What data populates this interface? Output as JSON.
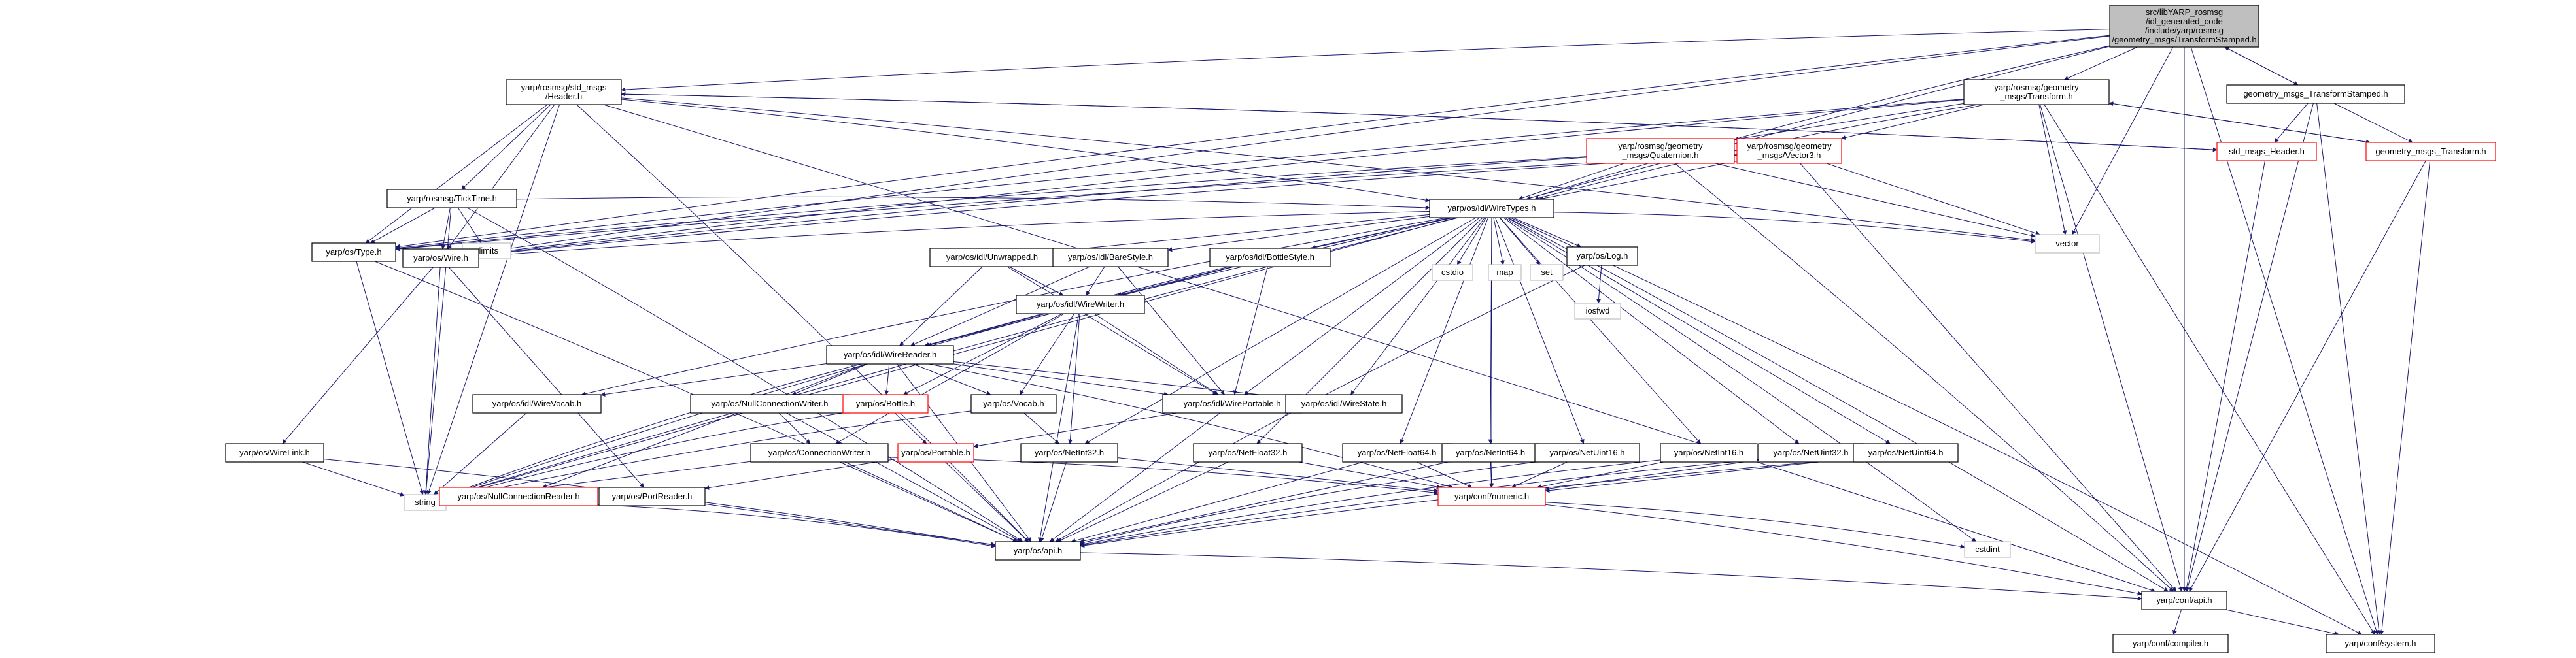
{
  "colors": {
    "edge": "#191970",
    "node_border": "#000000",
    "node_fill": "#ffffff",
    "root_fill": "#bfbfbf",
    "missing_border": "#ff0000",
    "external_border": "#bfbfbf",
    "text": "#000000"
  },
  "nodes": [
    {
      "id": "root",
      "lines": [
        "src/libYARP_rosmsg",
        "/idl_generated_code",
        "/include/yarp/rosmsg",
        "/geometry_msgs/TransformStamped.h"
      ],
      "kind": "root"
    },
    {
      "id": "tstamped",
      "lines": [
        "geometry_msgs_TransformStamped.h"
      ],
      "kind": "normal"
    },
    {
      "id": "stdheader",
      "lines": [
        "yarp/rosmsg/std_msgs",
        "/Header.h"
      ],
      "kind": "normal"
    },
    {
      "id": "transform",
      "lines": [
        "yarp/rosmsg/geometry",
        "_msgs/Transform.h"
      ],
      "kind": "normal"
    },
    {
      "id": "stdmsgsheader",
      "lines": [
        "std_msgs_Header.h"
      ],
      "kind": "missing"
    },
    {
      "id": "gmtransform",
      "lines": [
        "geometry_msgs_Transform.h"
      ],
      "kind": "missing"
    },
    {
      "id": "ticktime",
      "lines": [
        "yarp/rosmsg/TickTime.h"
      ],
      "kind": "normal"
    },
    {
      "id": "quaternion",
      "lines": [
        "yarp/rosmsg/geometry",
        "_msgs/Quaternion.h"
      ],
      "kind": "missing"
    },
    {
      "id": "vector3",
      "lines": [
        "yarp/rosmsg/geometry",
        "_msgs/Vector3.h"
      ],
      "kind": "missing"
    },
    {
      "id": "climits",
      "lines": [
        "climits"
      ],
      "kind": "external"
    },
    {
      "id": "type",
      "lines": [
        "yarp/os/Type.h"
      ],
      "kind": "normal"
    },
    {
      "id": "wiretypes",
      "lines": [
        "yarp/os/idl/WireTypes.h"
      ],
      "kind": "normal"
    },
    {
      "id": "vector",
      "lines": [
        "vector"
      ],
      "kind": "external"
    },
    {
      "id": "wire",
      "lines": [
        "yarp/os/Wire.h"
      ],
      "kind": "normal"
    },
    {
      "id": "unwrapped",
      "lines": [
        "yarp/os/idl/Unwrapped.h"
      ],
      "kind": "normal"
    },
    {
      "id": "barestyle",
      "lines": [
        "yarp/os/idl/BareStyle.h"
      ],
      "kind": "normal"
    },
    {
      "id": "bottlestyle",
      "lines": [
        "yarp/os/idl/BottleStyle.h"
      ],
      "kind": "normal"
    },
    {
      "id": "cstdio",
      "lines": [
        "cstdio"
      ],
      "kind": "external"
    },
    {
      "id": "map",
      "lines": [
        "map"
      ],
      "kind": "external"
    },
    {
      "id": "set",
      "lines": [
        "set"
      ],
      "kind": "external"
    },
    {
      "id": "log",
      "lines": [
        "yarp/os/Log.h"
      ],
      "kind": "normal"
    },
    {
      "id": "iosfwd",
      "lines": [
        "iosfwd"
      ],
      "kind": "external"
    },
    {
      "id": "wirewriter",
      "lines": [
        "yarp/os/idl/WireWriter.h"
      ],
      "kind": "normal"
    },
    {
      "id": "wirereader",
      "lines": [
        "yarp/os/idl/WireReader.h"
      ],
      "kind": "normal"
    },
    {
      "id": "wirevocab",
      "lines": [
        "yarp/os/idl/WireVocab.h"
      ],
      "kind": "normal"
    },
    {
      "id": "nullconnwriter",
      "lines": [
        "yarp/os/NullConnectionWriter.h"
      ],
      "kind": "normal"
    },
    {
      "id": "bottle",
      "lines": [
        "yarp/os/Bottle.h"
      ],
      "kind": "missing"
    },
    {
      "id": "vocab",
      "lines": [
        "yarp/os/Vocab.h"
      ],
      "kind": "normal"
    },
    {
      "id": "wireportable",
      "lines": [
        "yarp/os/idl/WirePortable.h"
      ],
      "kind": "normal"
    },
    {
      "id": "wirestate",
      "lines": [
        "yarp/os/idl/WireState.h"
      ],
      "kind": "normal"
    },
    {
      "id": "wirelink",
      "lines": [
        "yarp/os/WireLink.h"
      ],
      "kind": "normal"
    },
    {
      "id": "connwriter",
      "lines": [
        "yarp/os/ConnectionWriter.h"
      ],
      "kind": "normal"
    },
    {
      "id": "portable",
      "lines": [
        "yarp/os/Portable.h"
      ],
      "kind": "missing"
    },
    {
      "id": "netint32",
      "lines": [
        "yarp/os/NetInt32.h"
      ],
      "kind": "normal"
    },
    {
      "id": "netfloat32",
      "lines": [
        "yarp/os/NetFloat32.h"
      ],
      "kind": "normal"
    },
    {
      "id": "netfloat64",
      "lines": [
        "yarp/os/NetFloat64.h"
      ],
      "kind": "normal"
    },
    {
      "id": "netint64",
      "lines": [
        "yarp/os/NetInt64.h"
      ],
      "kind": "normal"
    },
    {
      "id": "netuint16",
      "lines": [
        "yarp/os/NetUint16.h"
      ],
      "kind": "normal"
    },
    {
      "id": "netint16",
      "lines": [
        "yarp/os/NetInt16.h"
      ],
      "kind": "normal"
    },
    {
      "id": "netuint32",
      "lines": [
        "yarp/os/NetUint32.h"
      ],
      "kind": "normal"
    },
    {
      "id": "netuint64",
      "lines": [
        "yarp/os/NetUint64.h"
      ],
      "kind": "normal"
    },
    {
      "id": "string",
      "lines": [
        "string"
      ],
      "kind": "external"
    },
    {
      "id": "nullconnreader",
      "lines": [
        "yarp/os/NullConnectionReader.h"
      ],
      "kind": "missing"
    },
    {
      "id": "portreader",
      "lines": [
        "yarp/os/PortReader.h"
      ],
      "kind": "normal"
    },
    {
      "id": "numeric",
      "lines": [
        "yarp/conf/numeric.h"
      ],
      "kind": "missing"
    },
    {
      "id": "cstdint",
      "lines": [
        "cstdint"
      ],
      "kind": "external"
    },
    {
      "id": "osapi",
      "lines": [
        "yarp/os/api.h"
      ],
      "kind": "normal"
    },
    {
      "id": "confapi",
      "lines": [
        "yarp/conf/api.h"
      ],
      "kind": "normal"
    },
    {
      "id": "compiler",
      "lines": [
        "yarp/conf/compiler.h"
      ],
      "kind": "normal"
    },
    {
      "id": "system",
      "lines": [
        "yarp/conf/system.h"
      ],
      "kind": "normal"
    }
  ],
  "edges": [
    [
      "root",
      "tstamped"
    ],
    [
      "root",
      "stdheader"
    ],
    [
      "root",
      "transform"
    ],
    [
      "root",
      "vector"
    ],
    [
      "root",
      "wiretypes"
    ],
    [
      "root",
      "wire"
    ],
    [
      "root",
      "type"
    ],
    [
      "root",
      "string"
    ],
    [
      "root",
      "confapi"
    ],
    [
      "root",
      "system"
    ],
    [
      "tstamped",
      "root"
    ],
    [
      "tstamped",
      "stdmsgsheader"
    ],
    [
      "tstamped",
      "gmtransform"
    ],
    [
      "tstamped",
      "confapi"
    ],
    [
      "tstamped",
      "system"
    ],
    [
      "stdheader",
      "ticktime"
    ],
    [
      "stdheader",
      "wiretypes"
    ],
    [
      "stdheader",
      "stdmsgsheader"
    ],
    [
      "stdheader",
      "vector"
    ],
    [
      "stdheader",
      "type"
    ],
    [
      "stdheader",
      "wire"
    ],
    [
      "stdheader",
      "string"
    ],
    [
      "stdheader",
      "osapi"
    ],
    [
      "stdheader",
      "confapi"
    ],
    [
      "transform",
      "quaternion"
    ],
    [
      "transform",
      "vector3"
    ],
    [
      "transform",
      "wiretypes"
    ],
    [
      "transform",
      "gmtransform"
    ],
    [
      "transform",
      "vector"
    ],
    [
      "transform",
      "type"
    ],
    [
      "transform",
      "wire"
    ],
    [
      "transform",
      "confapi"
    ],
    [
      "transform",
      "system"
    ],
    [
      "stdmsgsheader",
      "stdheader"
    ],
    [
      "stdmsgsheader",
      "confapi"
    ],
    [
      "gmtransform",
      "transform"
    ],
    [
      "gmtransform",
      "confapi"
    ],
    [
      "gmtransform",
      "system"
    ],
    [
      "ticktime",
      "climits"
    ],
    [
      "ticktime",
      "wiretypes"
    ],
    [
      "ticktime",
      "type"
    ],
    [
      "ticktime",
      "wire"
    ],
    [
      "ticktime",
      "string"
    ],
    [
      "ticktime",
      "osapi"
    ],
    [
      "quaternion",
      "wiretypes"
    ],
    [
      "quaternion",
      "type"
    ],
    [
      "quaternion",
      "wire"
    ],
    [
      "quaternion",
      "vector"
    ],
    [
      "quaternion",
      "confapi"
    ],
    [
      "vector3",
      "wiretypes"
    ],
    [
      "vector3",
      "type"
    ],
    [
      "vector3",
      "wire"
    ],
    [
      "vector3",
      "vector"
    ],
    [
      "vector3",
      "confapi"
    ],
    [
      "type",
      "string"
    ],
    [
      "type",
      "osapi"
    ],
    [
      "wiretypes",
      "wire"
    ],
    [
      "wiretypes",
      "unwrapped"
    ],
    [
      "wiretypes",
      "barestyle"
    ],
    [
      "wiretypes",
      "bottlestyle"
    ],
    [
      "wiretypes",
      "cstdio"
    ],
    [
      "wiretypes",
      "map"
    ],
    [
      "wiretypes",
      "set"
    ],
    [
      "wiretypes",
      "log"
    ],
    [
      "wiretypes",
      "vector"
    ],
    [
      "wiretypes",
      "wirewriter"
    ],
    [
      "wiretypes",
      "wirereader"
    ],
    [
      "wiretypes",
      "wirevocab"
    ],
    [
      "wiretypes",
      "wireportable"
    ],
    [
      "wiretypes",
      "wirestate"
    ],
    [
      "wiretypes",
      "netint32"
    ],
    [
      "wiretypes",
      "netfloat32"
    ],
    [
      "wiretypes",
      "netfloat64"
    ],
    [
      "wiretypes",
      "netint64"
    ],
    [
      "wiretypes",
      "netuint16"
    ],
    [
      "wiretypes",
      "netint16"
    ],
    [
      "wiretypes",
      "netuint32"
    ],
    [
      "wiretypes",
      "netuint64"
    ],
    [
      "wiretypes",
      "string"
    ],
    [
      "wiretypes",
      "numeric"
    ],
    [
      "wiretypes",
      "cstdint"
    ],
    [
      "wiretypes",
      "confapi"
    ],
    [
      "wiretypes",
      "system"
    ],
    [
      "wire",
      "wirelink"
    ],
    [
      "wire",
      "portreader"
    ],
    [
      "wire",
      "string"
    ],
    [
      "unwrapped",
      "wirewriter"
    ],
    [
      "unwrapped",
      "wirereader"
    ],
    [
      "unwrapped",
      "wireportable"
    ],
    [
      "barestyle",
      "wirewriter"
    ],
    [
      "barestyle",
      "wirereader"
    ],
    [
      "barestyle",
      "wireportable"
    ],
    [
      "bottlestyle",
      "wirewriter"
    ],
    [
      "bottlestyle",
      "wirereader"
    ],
    [
      "bottlestyle",
      "wireportable"
    ],
    [
      "log",
      "iosfwd"
    ],
    [
      "log",
      "osapi"
    ],
    [
      "wirewriter",
      "wirereader"
    ],
    [
      "wirewriter",
      "bottle"
    ],
    [
      "wirewriter",
      "vocab"
    ],
    [
      "wirewriter",
      "wireportable"
    ],
    [
      "wirewriter",
      "connwriter"
    ],
    [
      "wirewriter",
      "netint32"
    ],
    [
      "wirewriter",
      "string"
    ],
    [
      "wirewriter",
      "osapi"
    ],
    [
      "wirereader",
      "wirevocab"
    ],
    [
      "wirereader",
      "nullconnwriter"
    ],
    [
      "wirereader",
      "bottle"
    ],
    [
      "wirereader",
      "vocab"
    ],
    [
      "wirereader",
      "wireportable"
    ],
    [
      "wirereader",
      "wirestate"
    ],
    [
      "wirereader",
      "nullconnreader"
    ],
    [
      "wirereader",
      "string"
    ],
    [
      "wirereader",
      "numeric"
    ],
    [
      "wirereader",
      "osapi"
    ],
    [
      "wirevocab",
      "string"
    ],
    [
      "nullconnwriter",
      "connwriter"
    ],
    [
      "nullconnwriter",
      "osapi"
    ],
    [
      "bottle",
      "portable"
    ],
    [
      "bottle",
      "string"
    ],
    [
      "vocab",
      "netint32"
    ],
    [
      "vocab",
      "string"
    ],
    [
      "wireportable",
      "portable"
    ],
    [
      "wireportable",
      "osapi"
    ],
    [
      "wirelink",
      "string"
    ],
    [
      "wirelink",
      "osapi"
    ],
    [
      "connwriter",
      "string"
    ],
    [
      "connwriter",
      "numeric"
    ],
    [
      "connwriter",
      "osapi"
    ],
    [
      "portable",
      "portreader"
    ],
    [
      "portable",
      "osapi"
    ],
    [
      "netint32",
      "numeric"
    ],
    [
      "netint32",
      "osapi"
    ],
    [
      "netfloat32",
      "numeric"
    ],
    [
      "netfloat32",
      "osapi"
    ],
    [
      "netfloat64",
      "numeric"
    ],
    [
      "netfloat64",
      "osapi"
    ],
    [
      "netint64",
      "numeric"
    ],
    [
      "netint64",
      "osapi"
    ],
    [
      "netuint16",
      "numeric"
    ],
    [
      "netuint16",
      "osapi"
    ],
    [
      "netint16",
      "numeric"
    ],
    [
      "netint16",
      "osapi"
    ],
    [
      "netuint32",
      "numeric"
    ],
    [
      "netuint32",
      "osapi"
    ],
    [
      "netuint64",
      "numeric"
    ],
    [
      "netuint64",
      "osapi"
    ],
    [
      "nullconnreader",
      "osapi"
    ],
    [
      "portreader",
      "osapi"
    ],
    [
      "numeric",
      "cstdint"
    ],
    [
      "numeric",
      "confapi"
    ],
    [
      "osapi",
      "confapi"
    ],
    [
      "confapi",
      "compiler"
    ],
    [
      "confapi",
      "system"
    ]
  ]
}
